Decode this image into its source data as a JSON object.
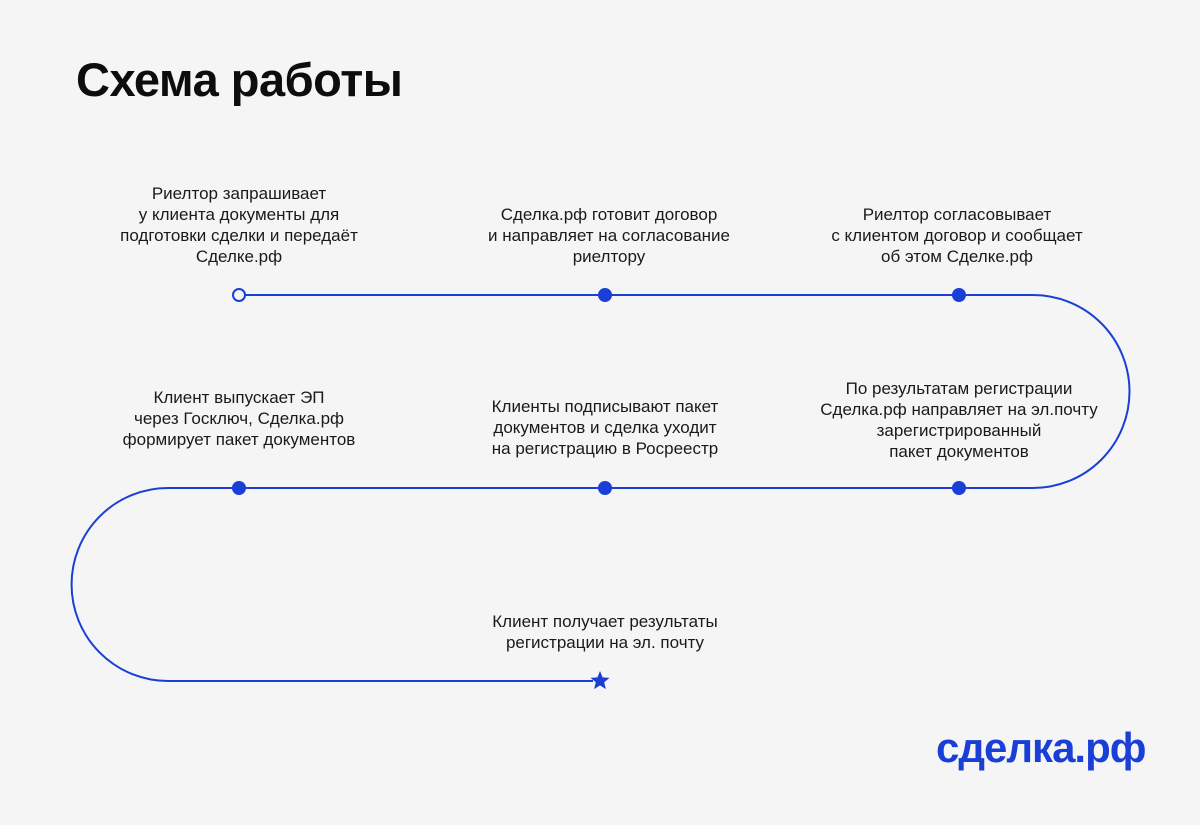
{
  "title": "Схема работы",
  "accent_color": "#1a3fd6",
  "steps": [
    {
      "id": 1,
      "text": "Риелтор запрашивает\nу клиента документы для\nподготовки сделки и передаёт\nСделке.рф",
      "marker": "open-circle"
    },
    {
      "id": 2,
      "text": "Сделка.рф готовит договор\nи направляет на согласование\nриелтору",
      "marker": "filled-circle"
    },
    {
      "id": 3,
      "text": "Риелтор согласовывает\nс клиентом договор и сообщает\nоб этом Сделке.рф",
      "marker": "filled-circle"
    },
    {
      "id": 4,
      "text": "По результатам регистрации\nСделка.рф направляет на эл.почту\nзарегистрированный\nпакет документов",
      "marker": "filled-circle"
    },
    {
      "id": 5,
      "text": "Клиенты подписывают пакет\nдокументов и сделка уходит\nна регистрацию в Росреестр",
      "marker": "filled-circle"
    },
    {
      "id": 6,
      "text": "Клиент выпускает ЭП\nчерез Госключ, Сделка.рф\nформирует пакет документов",
      "marker": "filled-circle"
    },
    {
      "id": 7,
      "text": "Клиент получает результаты\nрегистрации на эл. почту",
      "marker": "star"
    }
  ],
  "logo": "сделка.рф"
}
